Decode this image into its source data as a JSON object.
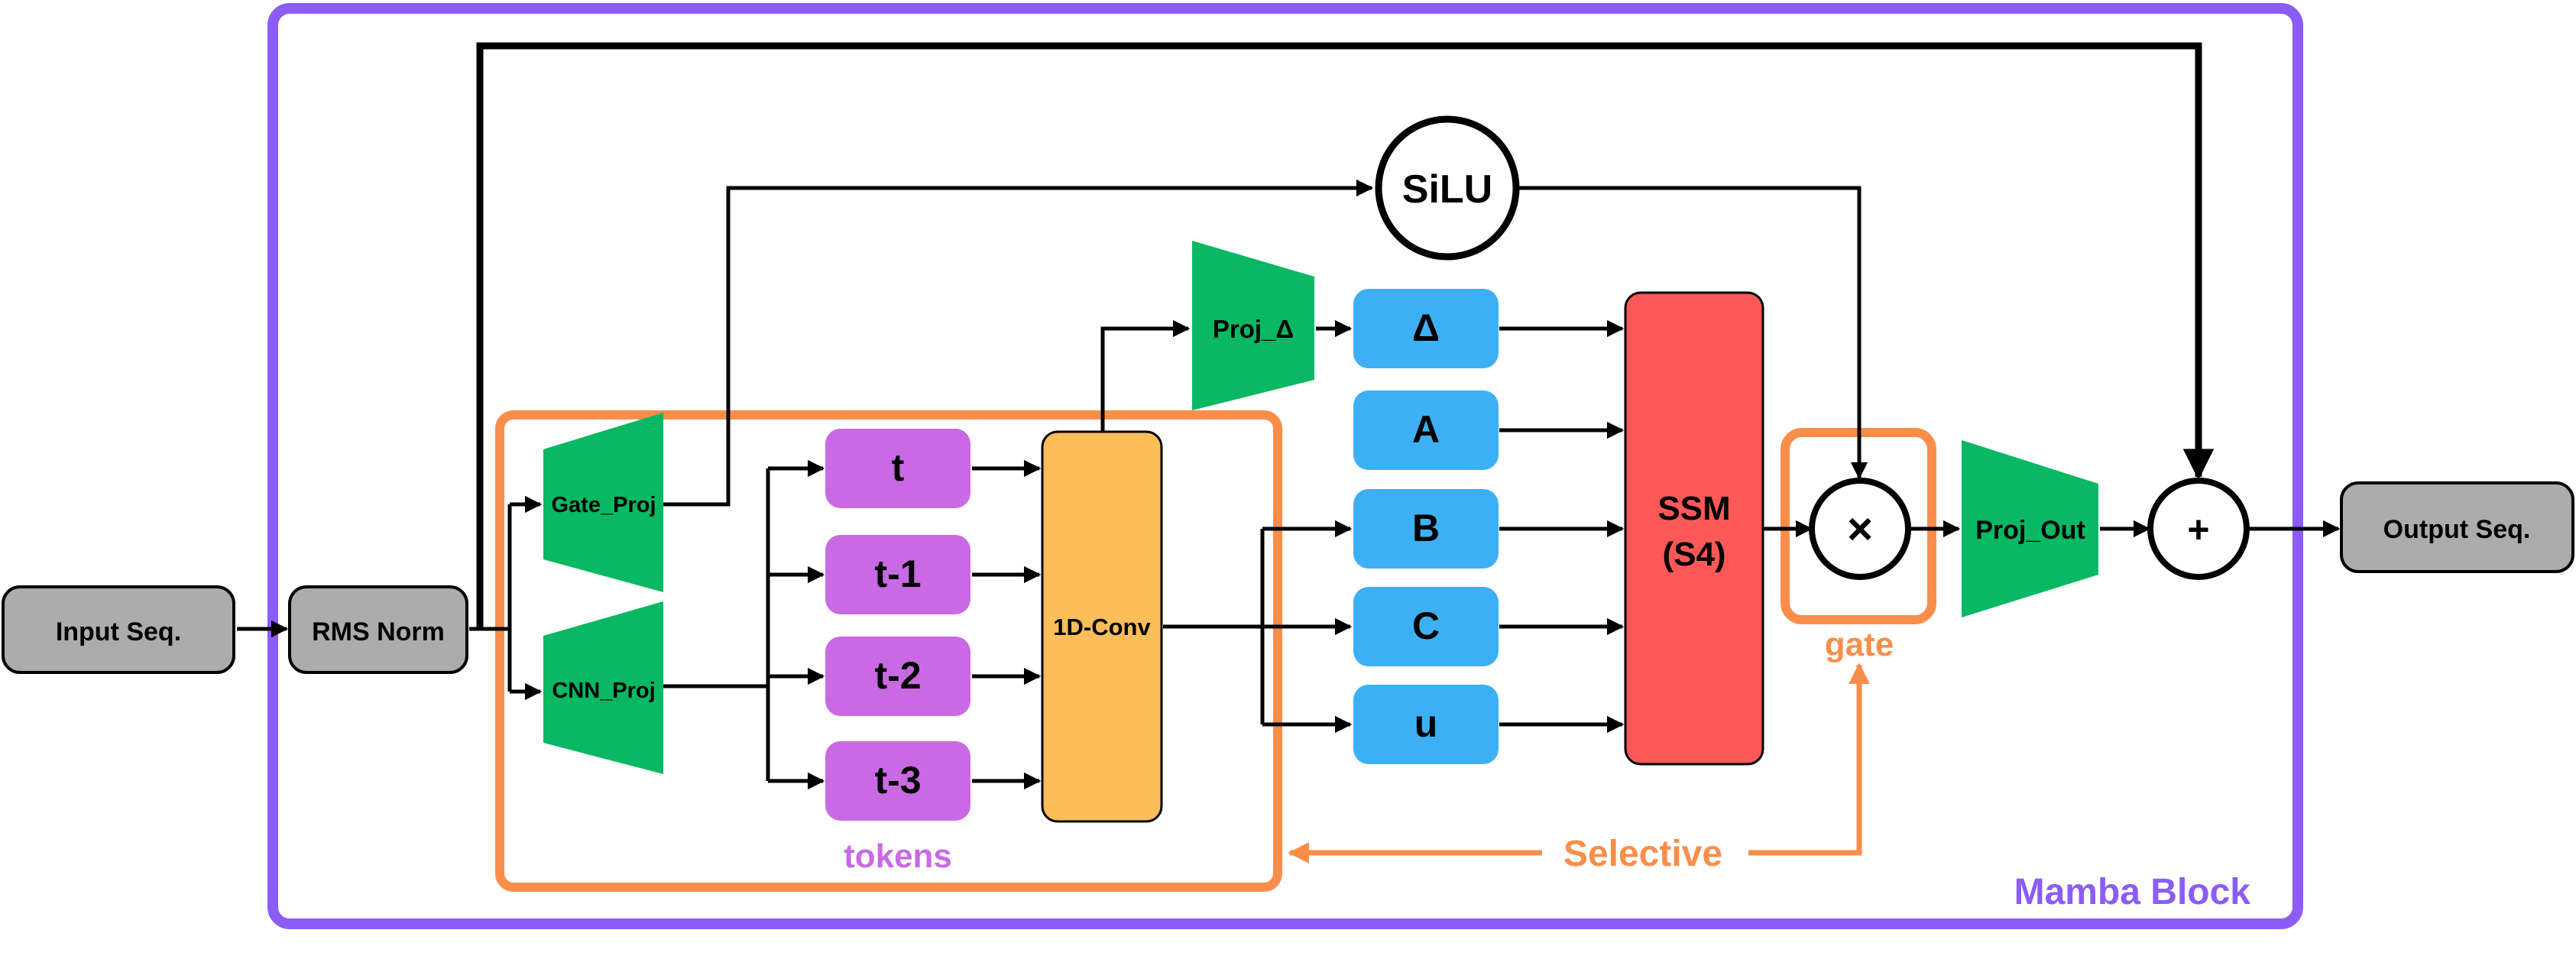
{
  "labels": {
    "input_seq": "Input Seq.",
    "rms_norm": "RMS Norm",
    "gate_proj": "Gate_Proj",
    "cnn_proj": "CNN_Proj",
    "token_t": "t",
    "token_t1": "t-1",
    "token_t2": "t-2",
    "token_t3": "t-3",
    "conv": "1D-Conv",
    "proj_delta": "Proj_Δ",
    "param_delta": "Δ",
    "param_a": "A",
    "param_b": "B",
    "param_c": "C",
    "param_u": "u",
    "ssm_line1": "SSM",
    "ssm_line2": "(S4)",
    "silu": "SiLU",
    "multiply": "×",
    "gate": "gate",
    "proj_out": "Proj_Out",
    "add": "+",
    "output_seq": "Output Seq.",
    "tokens": "tokens",
    "selective": "Selective",
    "mamba_block": "Mamba Block"
  },
  "colors": {
    "block_border": "#8b5cf6",
    "selective_orange": "#f98e4a",
    "token_purple": "#c96ae4",
    "param_blue": "#3db0f5",
    "projection_green": "#08b862",
    "conv_yellow": "#fdbd59",
    "ssm_red": "#fd5858",
    "node_gray": "#acacac"
  }
}
